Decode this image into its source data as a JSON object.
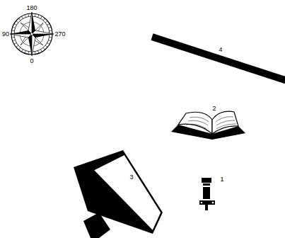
{
  "diagram": {
    "labels": [
      "180",
      "90",
      "270",
      "0",
      "4",
      "2",
      "3",
      "1"
    ]
  }
}
